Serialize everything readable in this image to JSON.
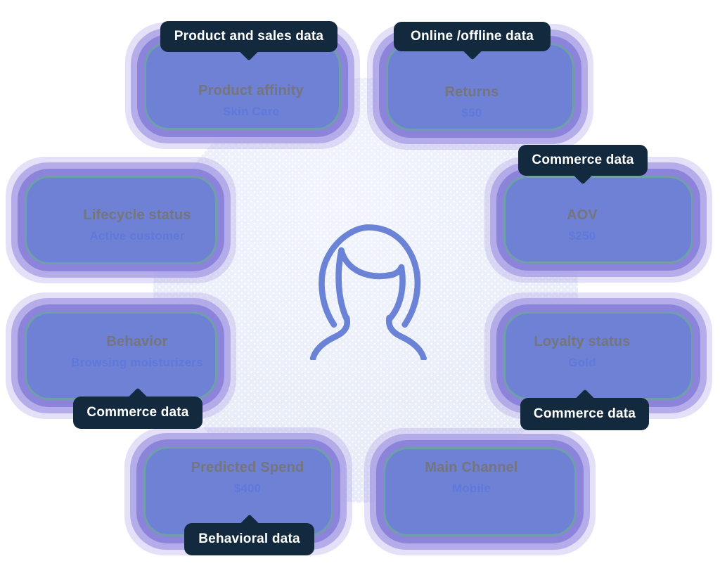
{
  "diagram": {
    "name": "customer-360-profile",
    "center": {
      "icon": "female-customer-avatar"
    },
    "cards": [
      {
        "id": "product-affinity",
        "title": "Product affinity",
        "value": "Skin Care",
        "badge": "Product and sales data",
        "badge_position": "top"
      },
      {
        "id": "returns",
        "title": "Returns",
        "value": "$50",
        "badge": "Online /offline data",
        "badge_position": "top"
      },
      {
        "id": "aov",
        "title": "AOV",
        "value": "$250",
        "badge": "Commerce data",
        "badge_position": "top"
      },
      {
        "id": "loyalty-status",
        "title": "Loyalty status",
        "value": "Gold",
        "badge": "Commerce data",
        "badge_position": "bottom"
      },
      {
        "id": "main-channel",
        "title": "Main Channel",
        "value": "Mobile",
        "badge": "",
        "badge_position": ""
      },
      {
        "id": "predicted-spend",
        "title": "Predicted Spend",
        "value": "$400",
        "badge": "Behavioral data",
        "badge_position": "bottom"
      },
      {
        "id": "behavior",
        "title": "Behavior",
        "value": "Browsing moisturizers",
        "badge": "Commerce data",
        "badge_position": "bottom"
      },
      {
        "id": "lifecycle-status",
        "title": "Lifecycle status",
        "value": "Active customer",
        "badge": "",
        "badge_position": ""
      }
    ],
    "colors": {
      "badge_bg": "#13293E",
      "badge_text": "#FFFFFF",
      "card_bg": "#FFFFFF",
      "card_title": "#75757C",
      "card_value": "#5F78DC",
      "ring_blue": "#6E81D4",
      "ring_teal": "#6FA0AA",
      "ring_purple": "#8C84DA",
      "ring_lavender": "#A89FE5",
      "circle_fill": "#EAEEF9",
      "avatar_stroke": "#6B83D7"
    }
  }
}
